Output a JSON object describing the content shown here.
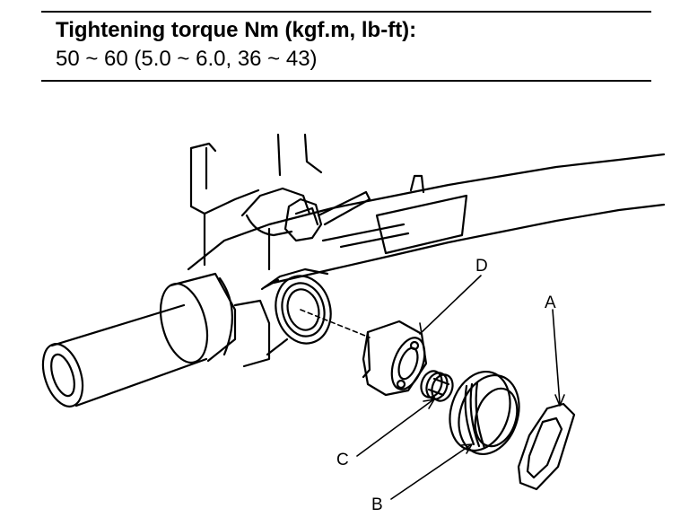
{
  "spec": {
    "title": "Tightening torque Nm (kgf.m, lb-ft):",
    "value": "50 ~ 60 (5.0 ~ 6.0, 36 ~ 43)"
  },
  "callouts": {
    "a": "A",
    "b": "B",
    "c": "C",
    "d": "D"
  }
}
